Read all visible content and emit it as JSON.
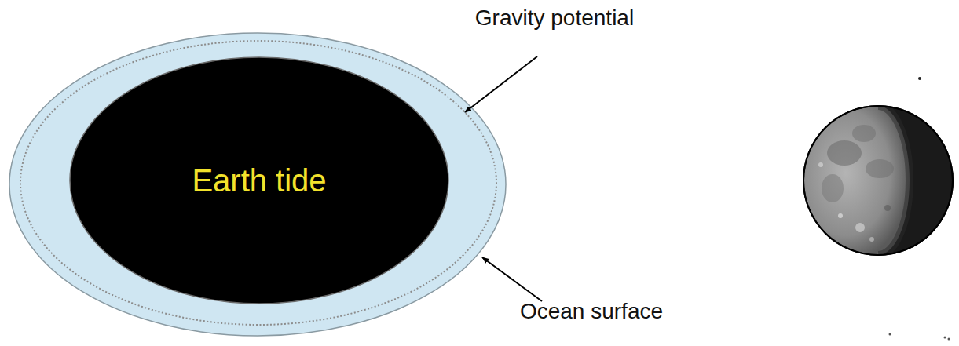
{
  "diagram": {
    "nodes": [
      {
        "text": [
          "Earth tide"
        ]
      }
    ],
    "labels": [
      "Gravity potential",
      "Ocean surface"
    ]
  }
}
